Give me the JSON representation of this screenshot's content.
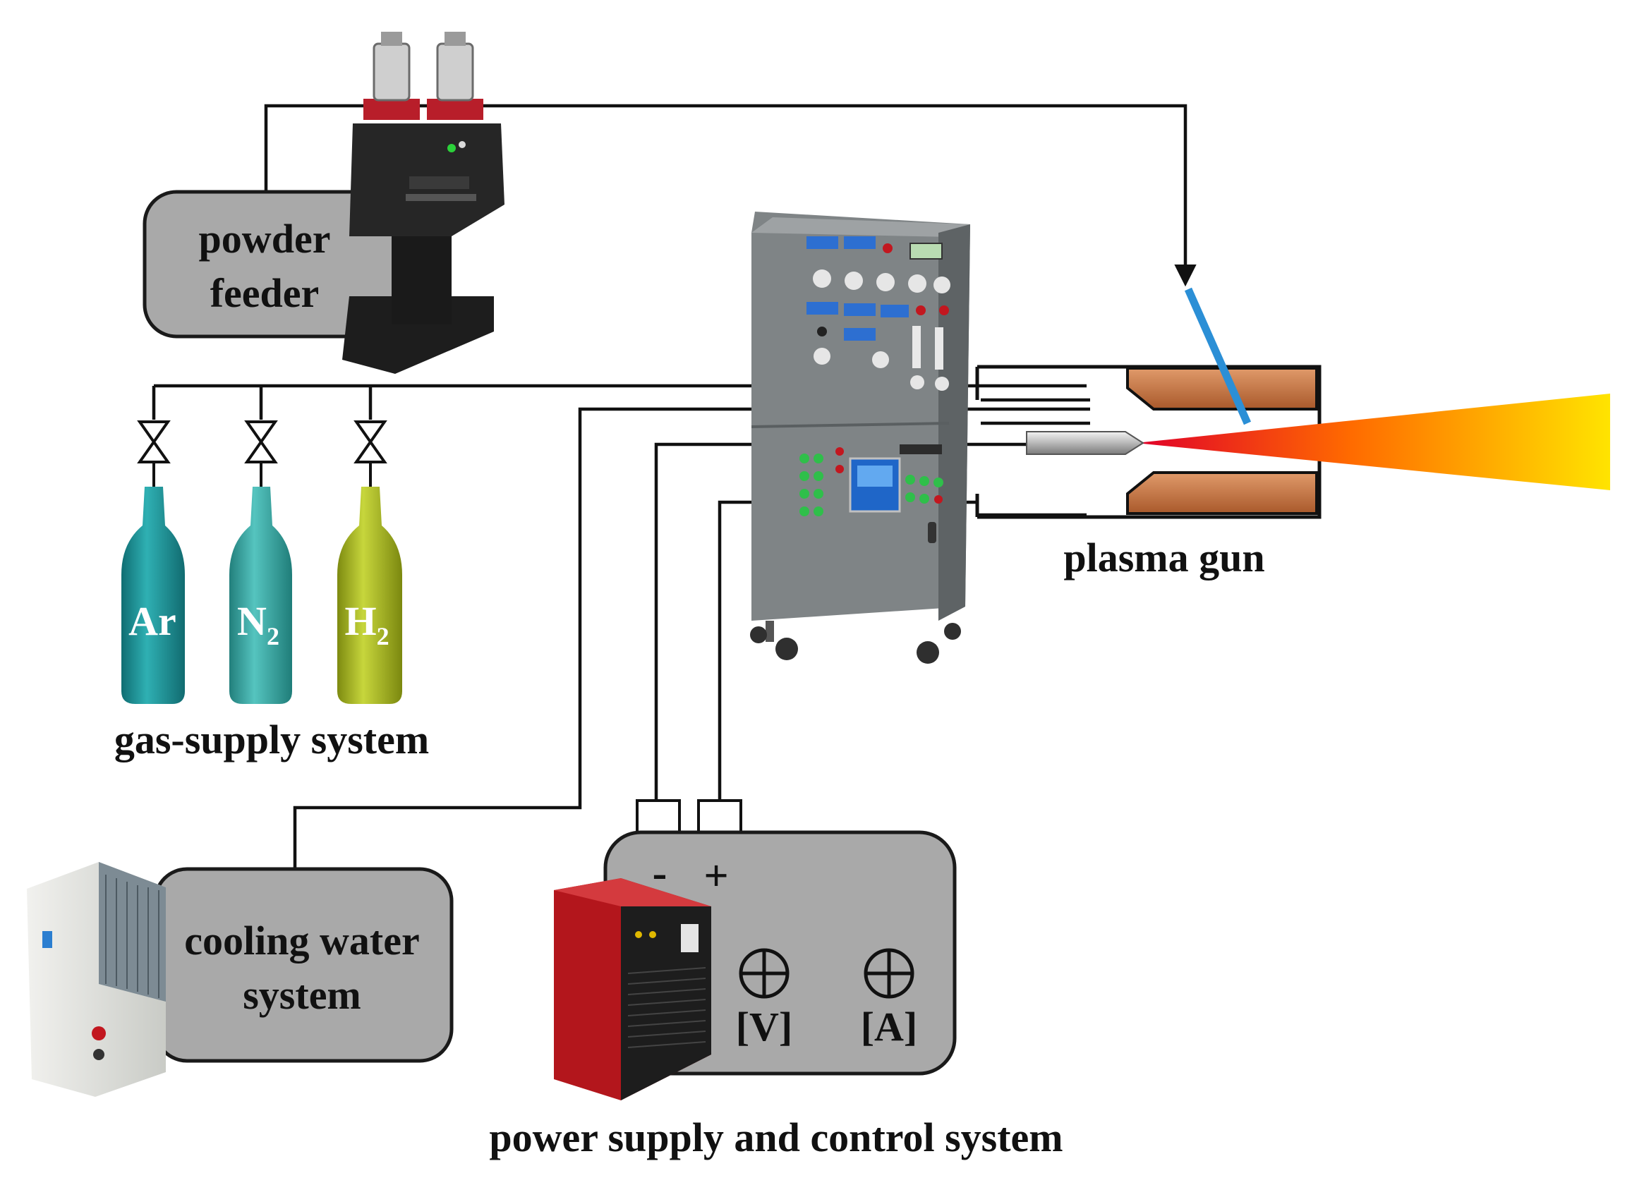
{
  "labels": {
    "powder_feeder_line1": "powder",
    "powder_feeder_line2": "feeder",
    "plasma_gun": "plasma gun",
    "gas_supply": "gas-supply system",
    "cooling_line1": "cooling water",
    "cooling_line2": "system",
    "power_supply": "power supply and control system"
  },
  "gases": [
    {
      "symbol": "Ar",
      "sub": ""
    },
    {
      "symbol": "N",
      "sub": "2"
    },
    {
      "symbol": "H",
      "sub": "2"
    }
  ],
  "power_terminals": {
    "negative": "-",
    "positive": "+"
  },
  "meters": {
    "voltage": "[V]",
    "current": "[A]"
  },
  "colors": {
    "box_fill": "#a9a9a9",
    "argon_cylinder": "#1b8e92",
    "nitrogen_cylinder": "#39a9a5",
    "hydrogen_cylinder": "#a9b923",
    "nozzle_copper": "#c8743f",
    "injector_blue": "#2b8fd6",
    "flame_start": "#e0002a",
    "flame_end": "#ffe400",
    "console_gray": "#7f8486",
    "power_unit_red": "#b3161c"
  },
  "icons": [
    "valve-icon",
    "gas-cylinder-icon",
    "meter-crosshair-icon"
  ]
}
